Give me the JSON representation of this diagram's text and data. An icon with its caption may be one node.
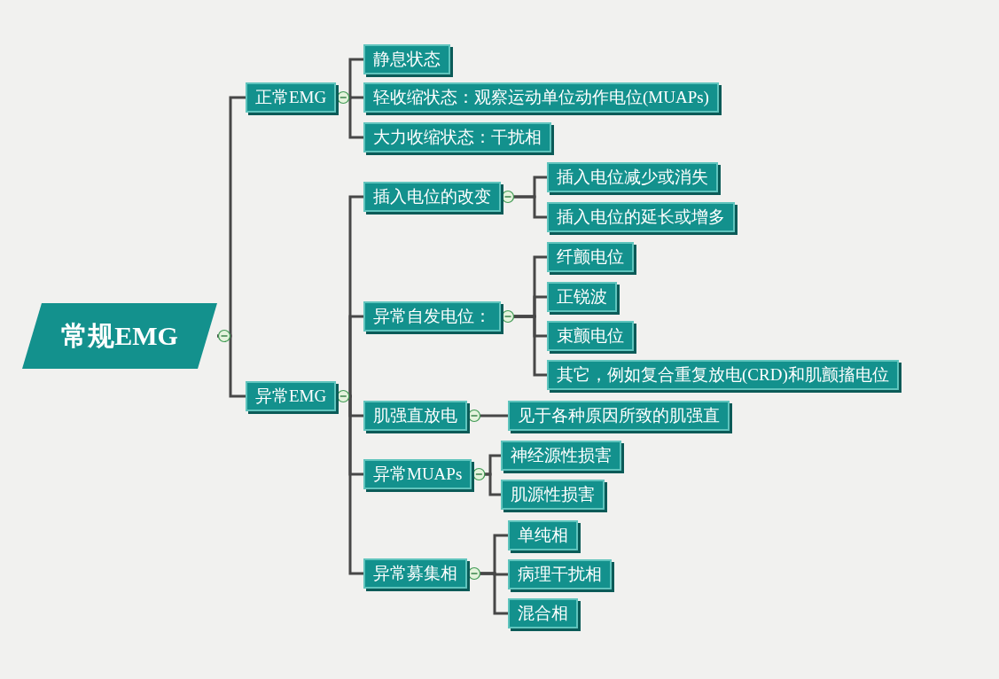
{
  "diagram": {
    "nodes": [
      {
        "text": [
          "常规EMG"
        ]
      },
      {
        "text": [
          "正常EMG"
        ]
      },
      {
        "text": [
          "静息状态"
        ]
      },
      {
        "text": [
          "轻收缩状态：观察运动单位动作电位(MUAPs)"
        ]
      },
      {
        "text": [
          "大力收缩状态：干扰相"
        ]
      },
      {
        "text": [
          "异常EMG"
        ]
      },
      {
        "text": [
          "插入电位的改变"
        ]
      },
      {
        "text": [
          "插入电位减少或消失"
        ]
      },
      {
        "text": [
          "插入电位的延长或增多"
        ]
      },
      {
        "text": [
          "异常自发电位："
        ]
      },
      {
        "text": [
          "纤颤电位"
        ]
      },
      {
        "text": [
          "正锐波"
        ]
      },
      {
        "text": [
          "束颤电位"
        ]
      },
      {
        "text": [
          "其它，例如复合重复放电(CRD)和肌颤搐电位"
        ]
      },
      {
        "text": [
          "肌强直放电"
        ]
      },
      {
        "text": [
          "见于各种原因所致的肌强直"
        ]
      },
      {
        "text": [
          "异常MUAPs"
        ]
      },
      {
        "text": [
          "神经源性损害"
        ]
      },
      {
        "text": [
          "肌源性损害"
        ]
      },
      {
        "text": [
          "异常募集相"
        ]
      },
      {
        "text": [
          "单纯相"
        ]
      },
      {
        "text": [
          "病理干扰相"
        ]
      },
      {
        "text": [
          "混合相"
        ]
      }
    ],
    "edges": [
      {
        "from": 0,
        "to": 1,
        "arrow": "none"
      },
      {
        "from": 0,
        "to": 5,
        "arrow": "none"
      },
      {
        "from": 1,
        "to": 2,
        "arrow": "none"
      },
      {
        "from": 1,
        "to": 3,
        "arrow": "none"
      },
      {
        "from": 1,
        "to": 4,
        "arrow": "none"
      },
      {
        "from": 5,
        "to": 6,
        "arrow": "none"
      },
      {
        "from": 5,
        "to": 9,
        "arrow": "none"
      },
      {
        "from": 5,
        "to": 14,
        "arrow": "none"
      },
      {
        "from": 5,
        "to": 16,
        "arrow": "none"
      },
      {
        "from": 5,
        "to": 19,
        "arrow": "none"
      },
      {
        "from": 6,
        "to": 7,
        "arrow": "none"
      },
      {
        "from": 6,
        "to": 8,
        "arrow": "none"
      },
      {
        "from": 9,
        "to": 10,
        "arrow": "none"
      },
      {
        "from": 9,
        "to": 11,
        "arrow": "none"
      },
      {
        "from": 9,
        "to": 12,
        "arrow": "none"
      },
      {
        "from": 9,
        "to": 13,
        "arrow": "none"
      },
      {
        "from": 14,
        "to": 15,
        "arrow": "none"
      },
      {
        "from": 16,
        "to": 17,
        "arrow": "none"
      },
      {
        "from": 16,
        "to": 18,
        "arrow": "none"
      },
      {
        "from": 19,
        "to": 20,
        "arrow": "none"
      },
      {
        "from": 19,
        "to": 21,
        "arrow": "none"
      },
      {
        "from": 19,
        "to": 22,
        "arrow": "none"
      }
    ]
  }
}
